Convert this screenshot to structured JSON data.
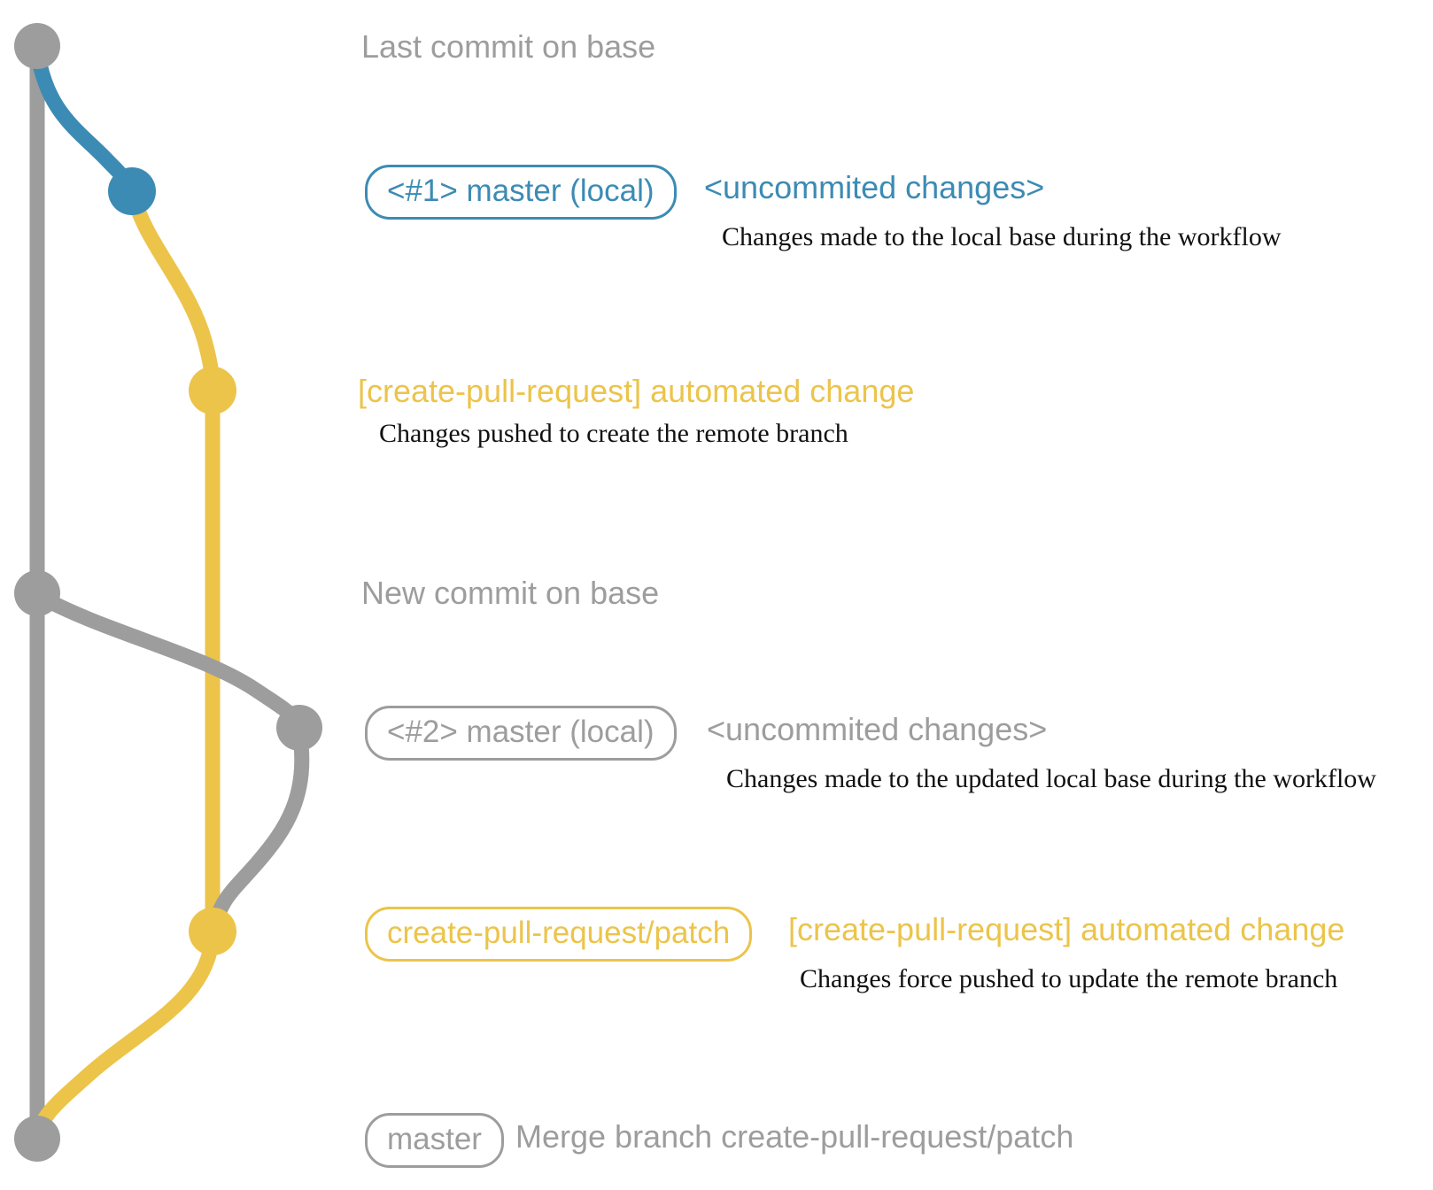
{
  "colors": {
    "gray": "#9d9d9d",
    "blue": "#3c8bb4",
    "yellow": "#ecc44a",
    "ink": "#111111"
  },
  "rows": {
    "last_commit": {
      "caption": "Last commit on base"
    },
    "row1": {
      "badge": "<#1> master (local)",
      "title": "<uncommited changes>",
      "desc": "Changes made to the local base during the workflow"
    },
    "push1": {
      "title": "[create-pull-request] automated change",
      "desc": "Changes pushed to create the remote branch"
    },
    "new_commit": {
      "caption": "New commit on base"
    },
    "row2": {
      "badge": "<#2> master (local)",
      "title": "<uncommited changes>",
      "desc": "Changes made to the updated local base during the workflow"
    },
    "push2": {
      "badge": "create-pull-request/patch",
      "title": "[create-pull-request] automated change",
      "desc": "Changes force pushed to update the remote branch"
    },
    "merge": {
      "badge": "master",
      "title": "Merge branch create-pull-request/patch"
    }
  }
}
